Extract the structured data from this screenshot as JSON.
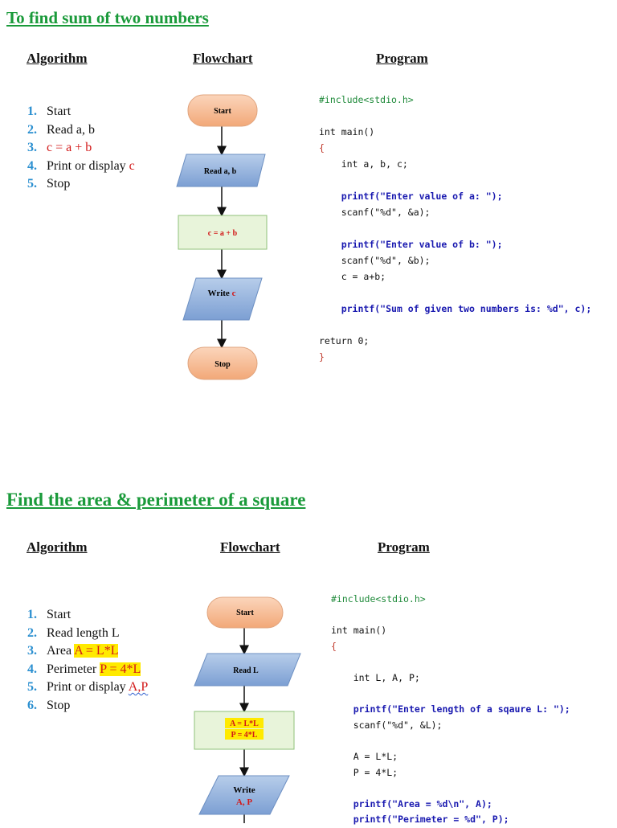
{
  "section1": {
    "title": "To find sum of two numbers",
    "headers": {
      "algorithm": "Algorithm",
      "flowchart": "Flowchart",
      "program": "Program"
    },
    "algorithm": [
      {
        "num": "1.",
        "text": "Start"
      },
      {
        "num": "2.",
        "text": "Read a, b"
      },
      {
        "num": "3.",
        "text": "c = a + b"
      },
      {
        "num": "4.",
        "text": "Print or display",
        "extra": "c"
      },
      {
        "num": "5.",
        "text": "Stop"
      }
    ],
    "flowchart": {
      "start": "Start",
      "input": "Read a, b",
      "process": "c = a + b",
      "output_prefix": "Write",
      "output_var": "c",
      "stop": "Stop"
    },
    "code": {
      "include": "#include<stdio.h>",
      "main": "int main()",
      "open_brace": "{",
      "decl": "int a, b, c;",
      "printf_a": "printf(\"Enter value of a: \");",
      "scanf_a": "scanf(\"%d\", &a);",
      "printf_b": "printf(\"Enter value of b: \");",
      "scanf_b": "scanf(\"%d\", &b);",
      "assign": "c = a+b;",
      "printf_sum": "printf(\"Sum of given two numbers is: %d\", c);",
      "ret": "return 0;",
      "close_brace": "}"
    }
  },
  "section2": {
    "title": "Find the area & perimeter of a square",
    "headers": {
      "algorithm": "Algorithm",
      "flowchart": "Flowchart",
      "program": "Program"
    },
    "algorithm": [
      {
        "num": "1.",
        "text": "Start"
      },
      {
        "num": "2.",
        "text": "Read length L"
      },
      {
        "num": "3.",
        "text": "Area",
        "extra": "A = L*L"
      },
      {
        "num": "4.",
        "text": "Perimeter",
        "extra": "P = 4*L"
      },
      {
        "num": "5.",
        "text": "Print or display",
        "extra": "A,P"
      },
      {
        "num": "6.",
        "text": "Stop"
      }
    ],
    "flowchart": {
      "start": "Start",
      "input": "Read L",
      "process_line1": "A = L*L",
      "process_line2": "P = 4*L",
      "output_line1": "Write",
      "output_line2": "A, P"
    },
    "code": {
      "include": "#include<stdio.h>",
      "main": "int main()",
      "open_brace": "{",
      "decl": "int L, A, P;",
      "printf_in": "printf(\"Enter length of a sqaure L: \");",
      "scanf_in": "scanf(\"%d\", &L);",
      "area": "A = L*L;",
      "perim": "P = 4*L;",
      "printf_area": "printf(\"Area = %d\\n\", A);",
      "printf_perim": "printf(\"Perimeter = %d\", P);"
    }
  },
  "colors": {
    "title_green": "#1a9a3a",
    "number_blue": "#2a8fd0",
    "highlight_red": "#d21818",
    "highlight_yellow": "#ffea00",
    "terminal_orange": "#f7bf99",
    "io_blue": "#8fb0dc",
    "process_green": "#e6f3d6"
  }
}
